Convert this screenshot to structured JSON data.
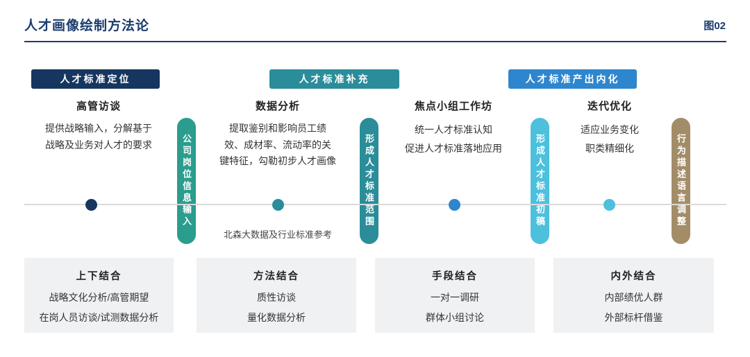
{
  "header": {
    "title": "人才画像绘制方法论",
    "figure_label": "图02"
  },
  "colors": {
    "navy": "#16365f",
    "teal": "#2a8d99",
    "teal_green": "#2a9d8f",
    "blue": "#2e86cf",
    "cyan": "#4cc0dd",
    "tan": "#a38d68",
    "title_navy": "#1b3c6d",
    "box_bg": "#f0f1f3"
  },
  "badges": [
    {
      "label": "人才标准定位",
      "color": "#16365f"
    },
    {
      "label": "人才标准补充",
      "color": "#2a8d99"
    },
    {
      "label": "人才标准产出内化",
      "color": "#2e86cf"
    }
  ],
  "columns": [
    {
      "heading": "高管访谈",
      "description": "提供战略输入，分解基于\n战略及业务对人才的要求",
      "dot_color": "#16365f"
    },
    {
      "heading": "数据分析",
      "description": "提取鉴别和影响员工绩\n效、成材率、流动率的关\n键特征，勾勒初步人才画像",
      "note": "北森大数据及行业标准参考",
      "dot_color": "#2a8d99"
    },
    {
      "heading": "焦点小组工作坊",
      "description": "统一人才标准认知\n促进人才标准落地应用",
      "dot_color": "#2e86cf"
    },
    {
      "heading": "迭代优化",
      "description": "适应业务变化\n职类精细化",
      "dot_color": "#4cc0dd"
    }
  ],
  "connectors": [
    {
      "label": "公司岗位信息输入",
      "color": "#2a9d8f"
    },
    {
      "label": "形成人才标准范围",
      "color": "#2a8d99"
    },
    {
      "label": "形成人才标准初稿",
      "color": "#4cc0dd"
    },
    {
      "label": "行为描述语言调整",
      "color": "#a38d68"
    }
  ],
  "bottom_boxes": [
    {
      "title": "上下结合",
      "lines": "战略文化分析/高管期望\n在岗人员访谈/试测数据分析"
    },
    {
      "title": "方法结合",
      "lines": "质性访谈\n量化数据分析"
    },
    {
      "title": "手段结合",
      "lines": "一对一调研\n群体小组讨论"
    },
    {
      "title": "内外结合",
      "lines": "内部绩优人群\n外部标杆借鉴"
    }
  ]
}
